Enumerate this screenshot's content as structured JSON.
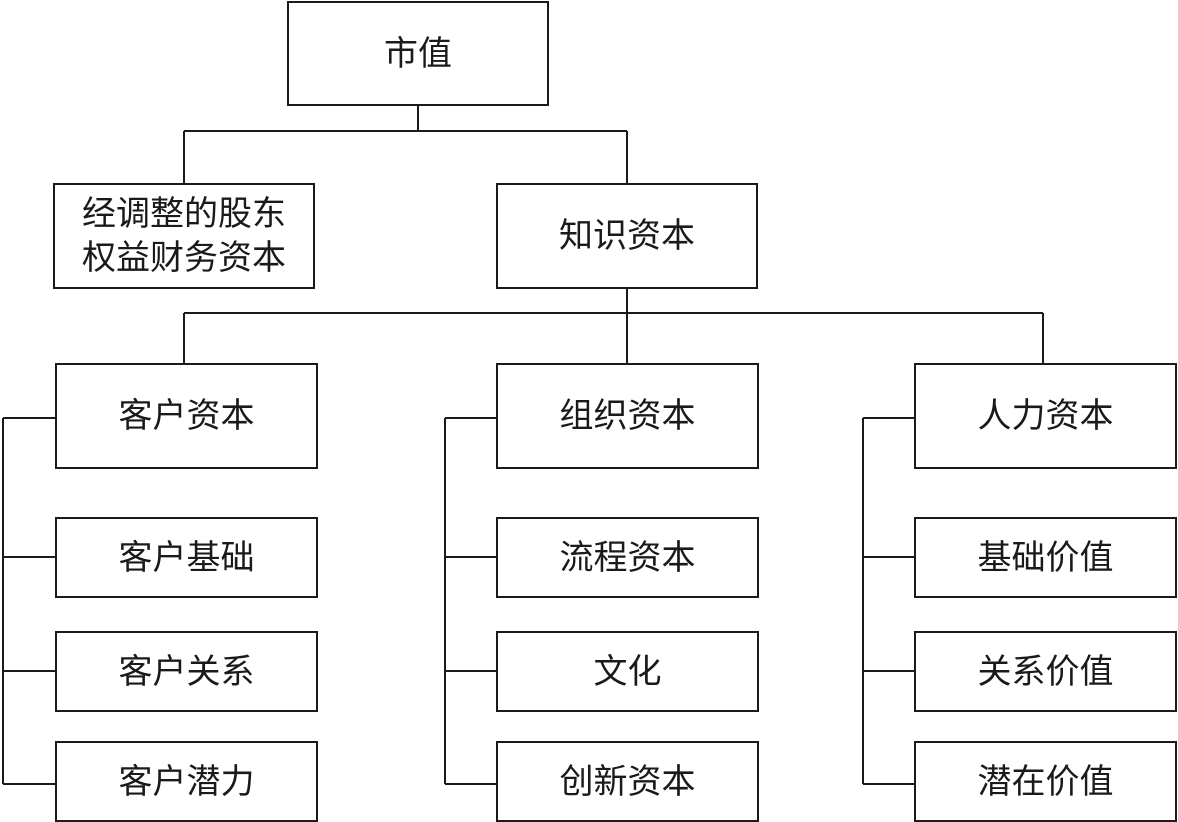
{
  "root": {
    "label": "市值"
  },
  "level1": {
    "financial": {
      "label": "经调整的股东\n权益财务资本"
    },
    "intellectual": {
      "label": "知识资本"
    }
  },
  "level2": {
    "customer": {
      "label": "客户资本",
      "children": [
        "客户基础",
        "客户关系",
        "客户潜力"
      ]
    },
    "organizational": {
      "label": "组织资本",
      "children": [
        "流程资本",
        "文化",
        "创新资本"
      ]
    },
    "human": {
      "label": "人力资本",
      "children": [
        "基础价值",
        "关系价值",
        "潜在价值"
      ]
    }
  }
}
